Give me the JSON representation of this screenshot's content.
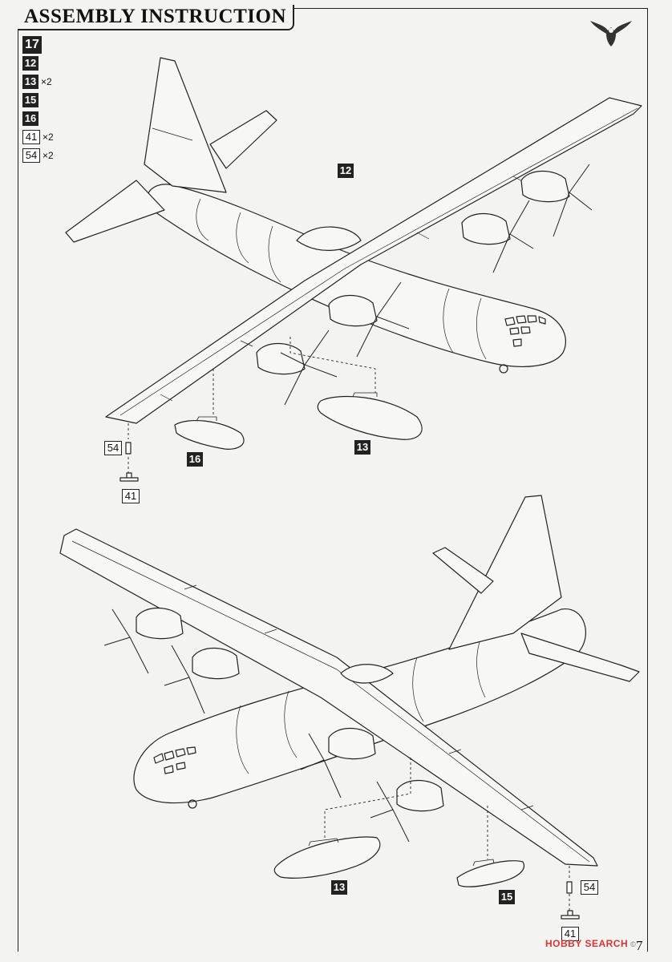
{
  "header": {
    "title": "ASSEMBLY INSTRUCTION"
  },
  "step": {
    "number": "17"
  },
  "parts_list": [
    {
      "part": "12",
      "qty": "",
      "style": "solid"
    },
    {
      "part": "13",
      "qty": "×2",
      "style": "solid"
    },
    {
      "part": "15",
      "qty": "",
      "style": "solid"
    },
    {
      "part": "16",
      "qty": "",
      "style": "solid"
    },
    {
      "part": "41",
      "qty": "×2",
      "style": "outline"
    },
    {
      "part": "54",
      "qty": "×2",
      "style": "outline"
    }
  ],
  "top_view_labels": {
    "wing": "12",
    "tank": "13",
    "pod": "16",
    "tip_lower": "54",
    "tip_base": "41"
  },
  "bottom_view_labels": {
    "tank": "13",
    "pod": "15",
    "tip_lower": "54",
    "tip_base": "41"
  },
  "footer": {
    "watermark": "HOBBY SEARCH",
    "watermark_sub": "©",
    "page": "7"
  },
  "colors": {
    "ink": "#222222",
    "paper": "#f3f3f1",
    "watermark": "#dd3333"
  }
}
